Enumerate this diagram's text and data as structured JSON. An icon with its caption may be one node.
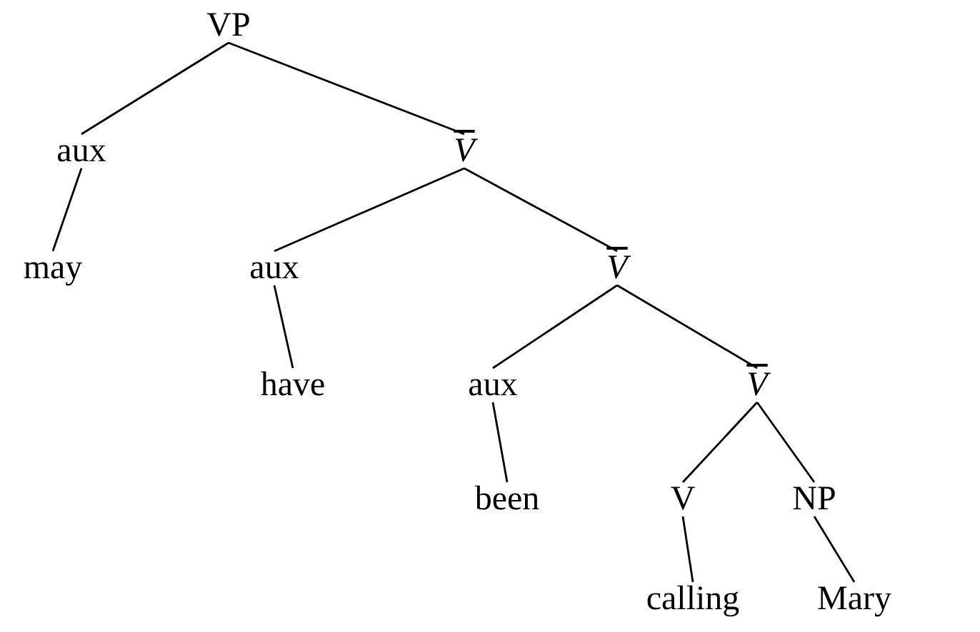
{
  "diagram": {
    "nodes": [
      {
        "text": [
          "VP"
        ]
      },
      {
        "text": [
          "aux"
        ]
      },
      {
        "text": [
          "V"
        ]
      },
      {
        "text": [
          "may"
        ]
      },
      {
        "text": [
          "aux"
        ]
      },
      {
        "text": [
          "V"
        ]
      },
      {
        "text": [
          "have"
        ]
      },
      {
        "text": [
          "aux"
        ]
      },
      {
        "text": [
          "V"
        ]
      },
      {
        "text": [
          "been"
        ]
      },
      {
        "text": [
          "V"
        ]
      },
      {
        "text": [
          "NP"
        ]
      },
      {
        "text": [
          "calling"
        ]
      },
      {
        "text": [
          "Mary"
        ]
      }
    ],
    "edges": [
      {
        "from": 0,
        "to": 1,
        "arrow": "none"
      },
      {
        "from": 0,
        "to": 2,
        "arrow": "none"
      },
      {
        "from": 1,
        "to": 3,
        "arrow": "none"
      },
      {
        "from": 2,
        "to": 4,
        "arrow": "none"
      },
      {
        "from": 2,
        "to": 5,
        "arrow": "none"
      },
      {
        "from": 4,
        "to": 6,
        "arrow": "none"
      },
      {
        "from": 5,
        "to": 7,
        "arrow": "none"
      },
      {
        "from": 5,
        "to": 8,
        "arrow": "none"
      },
      {
        "from": 7,
        "to": 9,
        "arrow": "none"
      },
      {
        "from": 8,
        "to": 10,
        "arrow": "none"
      },
      {
        "from": 8,
        "to": 11,
        "arrow": "none"
      },
      {
        "from": 10,
        "to": 12,
        "arrow": "none"
      },
      {
        "from": 11,
        "to": 13,
        "arrow": "none"
      }
    ]
  }
}
